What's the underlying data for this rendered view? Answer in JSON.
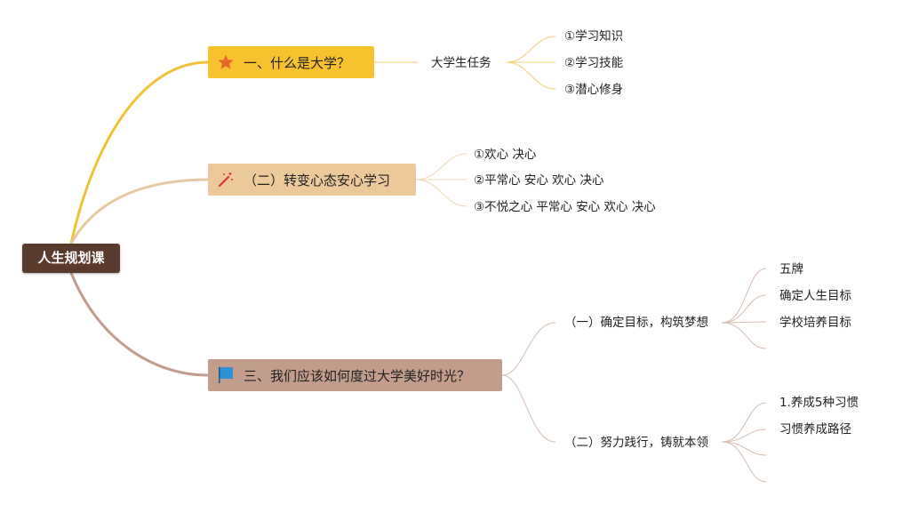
{
  "root": {
    "label": "人生规划课"
  },
  "branches": [
    {
      "label": "一、什么是大学？",
      "icon": "star-icon",
      "color": "#f8c22e",
      "sub": {
        "label": "大学生任务",
        "items": [
          "①学习知识",
          "②学习技能",
          "③潜心修身"
        ]
      }
    },
    {
      "label": "（二）转变心态安心学习",
      "icon": "magic-wand-icon",
      "color": "#ecc99b",
      "items": [
        "①欢心 决心",
        "②平常心 安心 欢心 决心",
        "③不悦之心 平常心 安心 欢心 决心"
      ]
    },
    {
      "label": "三、我们应该如何度过大学美好时光？",
      "icon": "flag-icon",
      "color": "#c29d8c",
      "subs": [
        {
          "label": "（一）确定目标，构筑梦想",
          "items": [
            "五牌",
            "确定人生目标",
            "学校培养目标",
            ""
          ]
        },
        {
          "label": "（二）努力践行，铸就本领",
          "items": [
            "1.养成5种习惯",
            "习惯养成路径",
            "",
            ""
          ]
        }
      ]
    }
  ]
}
